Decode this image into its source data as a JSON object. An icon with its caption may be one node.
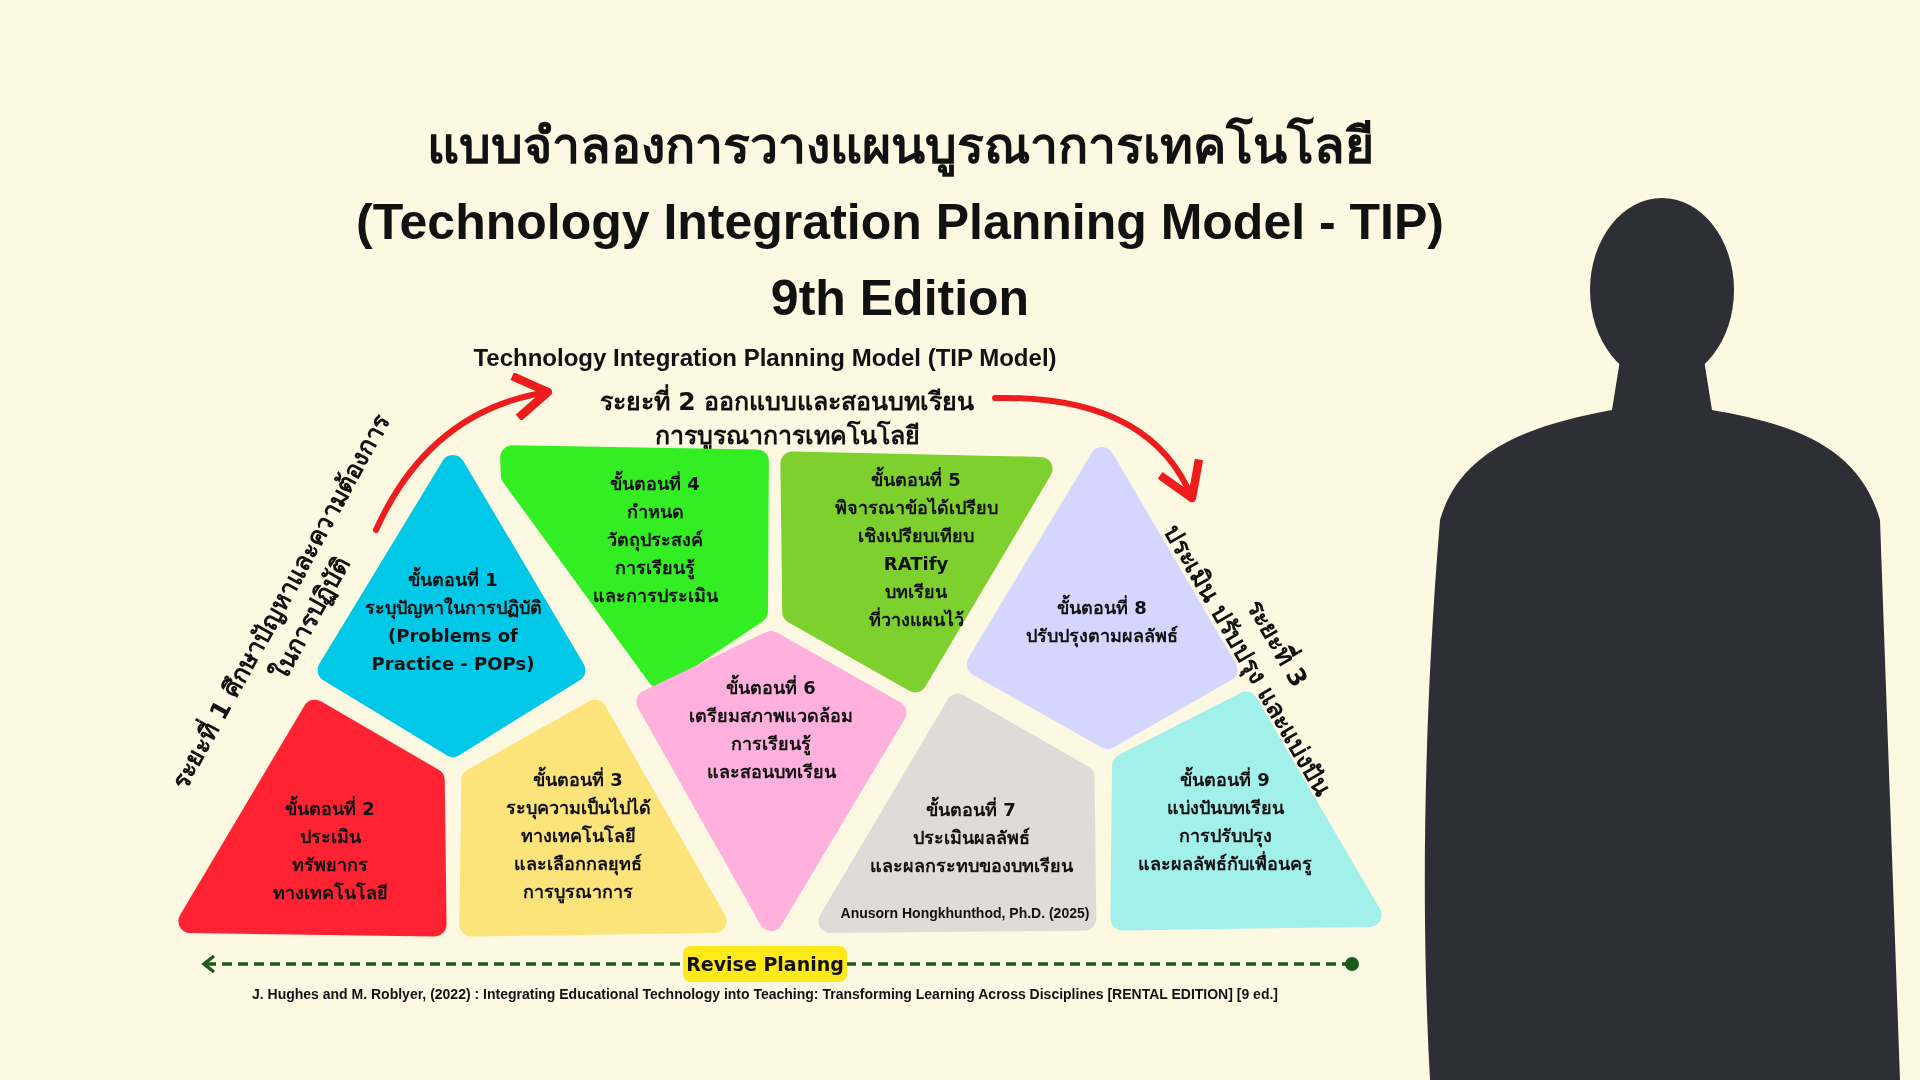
{
  "diagram": {
    "title": "แบบจำลองการวางแผนบูรณาการเทคโนโลยี (Technology Integration Planning Model - TIP) 9th Edition",
    "nodes": [
      {
        "text": [
          "ระยะที่ 1 ศึกษาปัญหาและความต้องการในการปฏิบัติ"
        ]
      },
      {
        "text": [
          "ระยะที่ 2 ออกแบบและสอนบทเรียนการบูรณาการเทคโนโลยี"
        ]
      },
      {
        "text": [
          "ระยะที่ 3 ประเมิน ปรับปรุง และแบ่งปัน"
        ]
      },
      {
        "text": [
          "ขั้นตอนที่ 1",
          "ระบุปัญหาในการปฏิบัติ (Problems of Practice - POPs)"
        ]
      },
      {
        "text": [
          "ขั้นตอนที่ 2",
          "ประเมินทรัพยากรทางเทคโนโลยี"
        ]
      },
      {
        "text": [
          "ขั้นตอนที่ 3",
          "ระบุความเป็นไปได้ทางเทคโนโลยีและเลือกกลยุทธ์การบูรณาการ"
        ]
      },
      {
        "text": [
          "ขั้นตอนที่ 4",
          "กำหนดวัตถุประสงค์การเรียนรู้และการประเมิน"
        ]
      },
      {
        "text": [
          "ขั้นตอนที่ 5",
          "พิจารณาข้อได้เปรียบเชิงเปรียบเทียบ RATify บทเรียนที่วางแผนไว้"
        ]
      },
      {
        "text": [
          "ขั้นตอนที่ 6",
          "เตรียมสภาพแวดล้อมการเรียนรู้และสอนบทเรียน"
        ]
      },
      {
        "text": [
          "ขั้นตอนที่ 7",
          "ประเมินผลลัพธ์และผลกระทบของบทเรียน"
        ]
      },
      {
        "text": [
          "ขั้นตอนที่ 8",
          "ปรับปรุงตามผลลัพธ์"
        ]
      },
      {
        "text": [
          "ขั้นตอนที่ 9",
          "แบ่งปันบทเรียนการปรับปรุงและผลลัพธ์กับเพื่อนครู"
        ]
      }
    ],
    "edges": [
      {
        "from": 0,
        "to": 1,
        "arrow": "to"
      },
      {
        "from": 1,
        "to": 2,
        "arrow": "to"
      }
    ],
    "labels": [
      "Technology Integration Planning Model (TIP Model)",
      "Anusorn Hongkhunthod, Ph.D. (2025)",
      "Revise Planing",
      "J. Hughes and M. Roblyer, (2022) : Integrating Educational Technology into Teaching: Transforming Learning Across Disciplines [RENTAL EDITION] [9 ed.]"
    ]
  }
}
